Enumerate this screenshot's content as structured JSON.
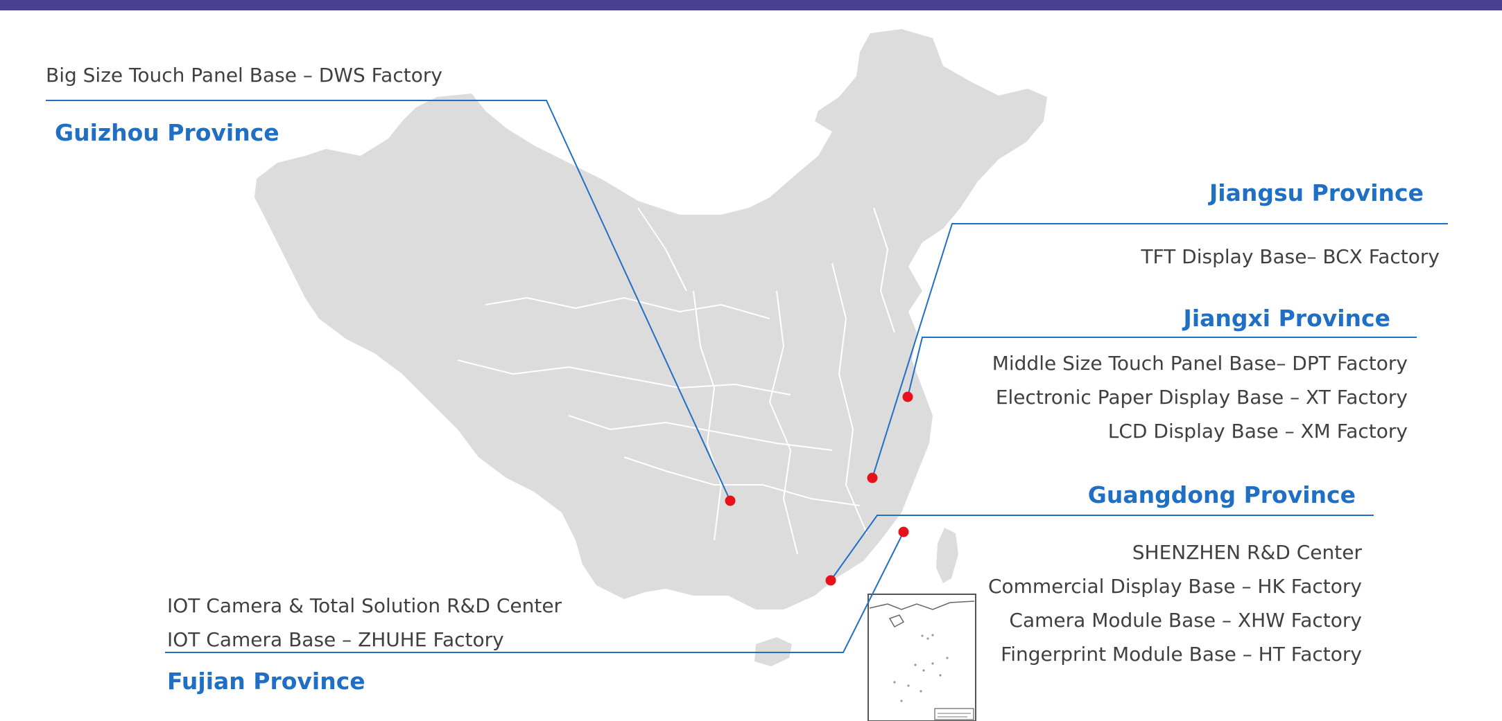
{
  "colors": {
    "top_bar": "#4a3f93",
    "province_text": "#1f6fc5",
    "leader_line": "#1f6fc5",
    "factory_text": "#404040",
    "map_fill": "#dcdcdc",
    "marker": "#e8101a"
  },
  "regions": {
    "guizhou": {
      "province": "Guizhou Province",
      "items": [
        "Big Size Touch Panel Base – DWS Factory"
      ]
    },
    "jiangsu": {
      "province": "Jiangsu Province",
      "items": [
        "TFT Display  Base– BCX Factory"
      ]
    },
    "jiangxi": {
      "province": "Jiangxi Province",
      "items": [
        "Middle Size Touch Panel Base– DPT Factory",
        "Electronic Paper Display Base – XT Factory",
        "LCD Display Base – XM Factory"
      ]
    },
    "guangdong": {
      "province": "Guangdong Province",
      "items": [
        "SHENZHEN R&D Center",
        "Commercial Display Base – HK Factory",
        "Camera Module Base – XHW Factory",
        "Fingerprint Module Base – HT Factory"
      ]
    },
    "fujian": {
      "province": "Fujian Province",
      "items": [
        "IOT Camera & Total Solution R&D Center",
        "IOT Camera Base – ZHUHE Factory"
      ]
    }
  }
}
